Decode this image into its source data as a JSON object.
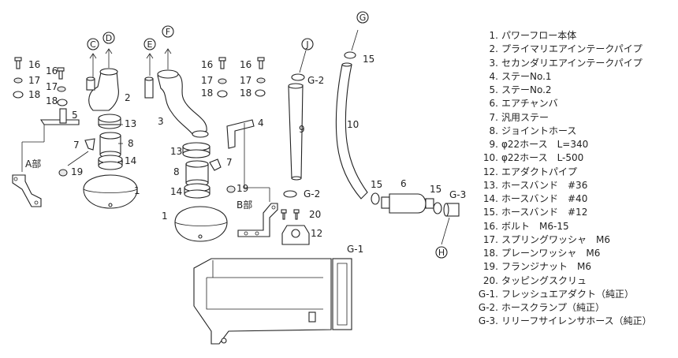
{
  "callouts": {
    "part_numbers": [
      "1",
      "1",
      "2",
      "3",
      "4",
      "5",
      "6",
      "7",
      "7",
      "8",
      "8",
      "9",
      "10",
      "12",
      "13",
      "13",
      "14",
      "14",
      "15",
      "15",
      "15",
      "16",
      "16",
      "16",
      "16",
      "17",
      "17",
      "17",
      "17",
      "18",
      "18",
      "18",
      "18",
      "19",
      "19",
      "20"
    ],
    "connection_letters": [
      "C",
      "D",
      "E",
      "F",
      "G",
      "H",
      "J"
    ],
    "group_labels": [
      "G-1",
      "G-2",
      "G-2",
      "G-3"
    ],
    "section_labels": [
      "A部",
      "B部"
    ]
  },
  "legend": {
    "items": [
      {
        "num": "1.",
        "text": "パワーフロー本体"
      },
      {
        "num": "2.",
        "text": "プライマリエアインテークパイプ"
      },
      {
        "num": "3.",
        "text": "セカンダリエアインテークパイプ"
      },
      {
        "num": "4.",
        "text": "ステーNo.1"
      },
      {
        "num": "5.",
        "text": "ステーNo.2"
      },
      {
        "num": "6.",
        "text": "エアチャンバ"
      },
      {
        "num": "7.",
        "text": "汎用ステー"
      },
      {
        "num": "8.",
        "text": "ジョイントホース"
      },
      {
        "num": "9.",
        "text": "φ22ホース　L=340"
      },
      {
        "num": "10.",
        "text": "φ22ホース　L-500"
      },
      {
        "num": "12.",
        "text": "エアダクトパイプ"
      },
      {
        "num": "13.",
        "text": "ホースバンド　#36"
      },
      {
        "num": "14.",
        "text": "ホースバンド　#40"
      },
      {
        "num": "15.",
        "text": "ホースバンド　#12"
      },
      {
        "num": "16.",
        "text": "ボルト　M6-15"
      },
      {
        "num": "17.",
        "text": "スプリングワッシャ　M6"
      },
      {
        "num": "18.",
        "text": "プレーンワッシャ　M6"
      },
      {
        "num": "19.",
        "text": "フランジナット　M6"
      },
      {
        "num": "20.",
        "text": "タッピングスクリュ"
      },
      {
        "num": "G-1.",
        "text": "フレッシュエアダクト（純正）"
      },
      {
        "num": "G-2.",
        "text": "ホースクランプ（純正）"
      },
      {
        "num": "G-3.",
        "text": "リリーフサイレンサホース（純正）"
      }
    ]
  }
}
